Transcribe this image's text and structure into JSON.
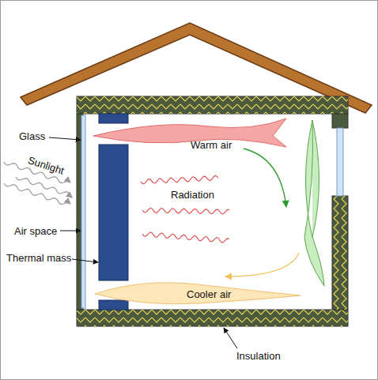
{
  "diagram": {
    "labels": [
      "Glass",
      "Sunlight",
      "Warm air",
      "Radiation",
      "Air space",
      "Thermal mass",
      "Cooler air",
      "Insulation"
    ]
  }
}
